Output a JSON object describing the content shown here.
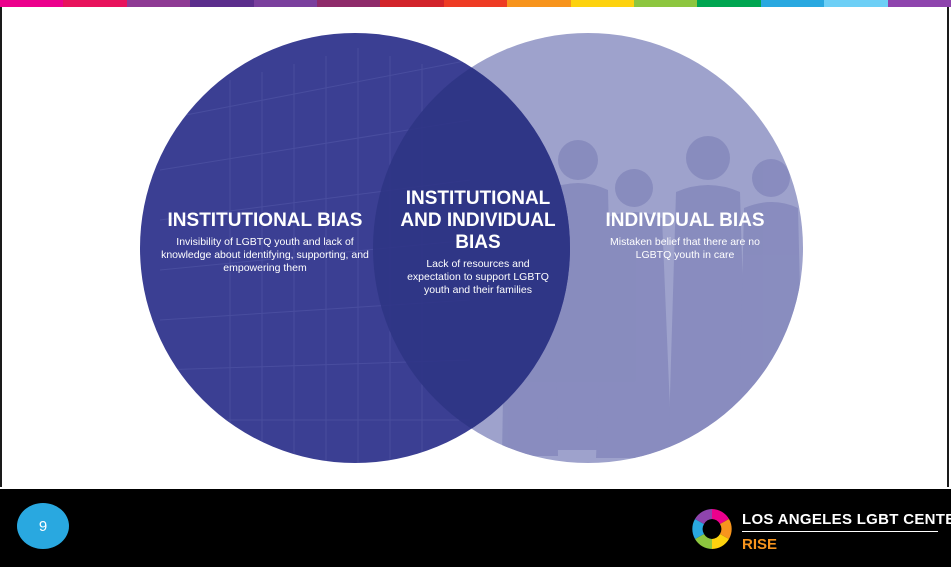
{
  "header": {
    "stripe_colors": [
      "#ec008c",
      "#e8125c",
      "#8e3a94",
      "#5b2e8c",
      "#7a3f9d",
      "#8e2a6a",
      "#d2232a",
      "#ee3b24",
      "#f7941d",
      "#fdd20e",
      "#8dc63f",
      "#00a651",
      "#29a8e0",
      "#6dcff6",
      "#8e44ad"
    ]
  },
  "venn": {
    "colors": {
      "left_circle": "#3b3f93",
      "right_circle": "#9ea2cc",
      "overlap": "#2f3585"
    },
    "left": {
      "title": "INSTITUTIONAL BIAS",
      "description": "Invisibility of LGBTQ youth and lack of knowledge about identifying, supporting, and empowering them"
    },
    "overlap": {
      "title_lines": [
        "INSTITUTIONAL",
        "AND INDIVIDUAL",
        "BIAS"
      ],
      "description": "Lack of resources and expectation to support LGBTQ youth and their families"
    },
    "right": {
      "title": "INDIVIDUAL BIAS",
      "description": "Mistaken belief that there are no LGBTQ youth in care"
    }
  },
  "footer": {
    "page_number": "9",
    "page_badge_color": "#29a8e0",
    "logo": {
      "name": "LOS ANGELES LGBT CENTER",
      "sub": "RISE",
      "sub_color": "#f7941d"
    }
  }
}
